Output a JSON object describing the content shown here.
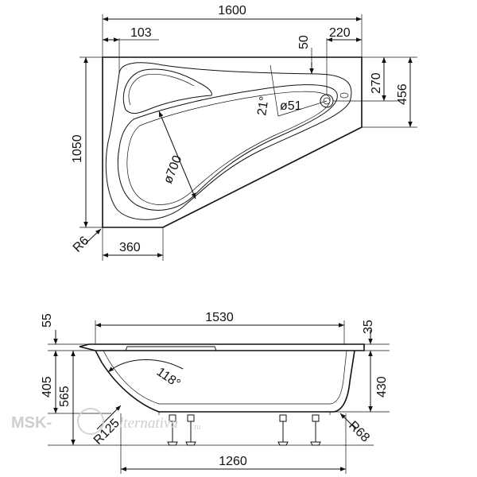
{
  "top_view": {
    "width_total": "1600",
    "offset_left": "103",
    "drain_offset": "50",
    "offset_right": "220",
    "height_total": "1050",
    "right_inner": "270",
    "right_total": "456",
    "angle": "21°",
    "drain_diameter": "ø51",
    "basin_diameter": "ø700",
    "corner_radius": "R6",
    "bottom_offset": "360"
  },
  "side_view": {
    "rim_left": "55",
    "length_top": "1530",
    "rim_right": "35",
    "height_left_inner": "405",
    "height_left_total": "565",
    "back_angle": "118°",
    "height_right": "430",
    "radius_left": "R125",
    "radius_right": "R68",
    "length_bottom": "1260"
  },
  "watermark": {
    "brand": "MSK-",
    "script": "lternativa",
    "suffix": ".ru"
  }
}
